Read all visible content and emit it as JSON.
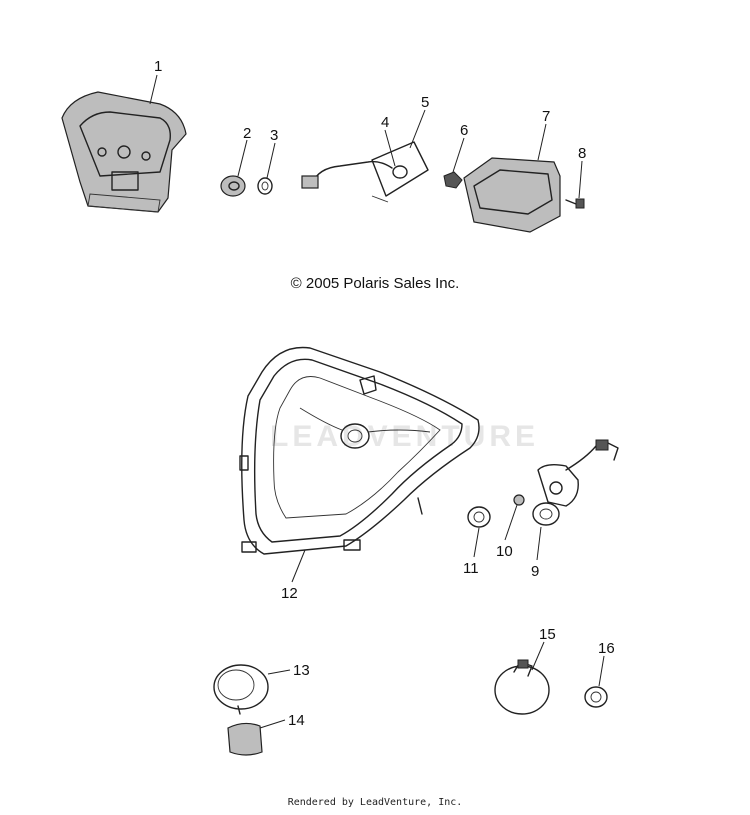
{
  "copyright": "© 2005 Polaris Sales Inc.",
  "footer": "Rendered by LeadVenture, Inc.",
  "watermark": "LEADVENTURE",
  "callouts": [
    "1",
    "2",
    "3",
    "4",
    "5",
    "6",
    "7",
    "8",
    "9",
    "10",
    "11",
    "12",
    "13",
    "14",
    "15",
    "16"
  ]
}
